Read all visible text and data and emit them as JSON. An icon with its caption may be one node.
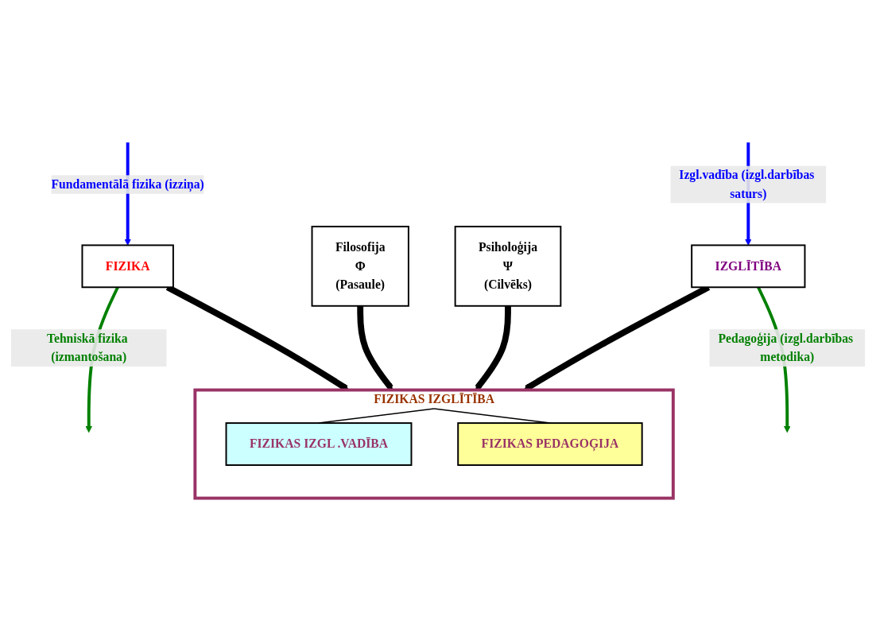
{
  "diagram": {
    "nodes": [
      {
        "text": [
          "FIZIKA"
        ]
      },
      {
        "text": [
          "FIZIKAS IZGLĪTĪBA"
        ]
      },
      {
        "text": [
          "FIZIKAS IZGL .VADĪBA"
        ],
        "in": 1
      },
      {
        "text": [
          "FIZIKAS PEDAGOĢIJA"
        ],
        "in": 1
      },
      {
        "text": [
          "Filosofija",
          "Φ",
          "(Pasaule)"
        ]
      },
      {
        "text": [
          "Psiholoģija",
          "Ψ",
          "(Cilvēks)"
        ]
      },
      {
        "text": [
          "IZGLĪTĪBA"
        ]
      }
    ],
    "edges": [
      {
        "from": null,
        "to": 0,
        "arrow": "to",
        "label": "Fundamentālā fizika (izziņa)",
        "color": "#0000ff"
      },
      {
        "from": 0,
        "to": null,
        "arrow": "to",
        "label": "Tehniskā fizika (izmantošana)",
        "color": "#008000"
      },
      {
        "from": 0,
        "to": 1,
        "arrow": "to",
        "style": "thick"
      },
      {
        "from": 1,
        "to": 2,
        "arrow": "none"
      },
      {
        "from": 1,
        "to": 3,
        "arrow": "none"
      },
      {
        "from": 4,
        "to": 1,
        "arrow": "to",
        "style": "thick"
      },
      {
        "from": 5,
        "to": 1,
        "arrow": "to",
        "style": "thick"
      },
      {
        "from": 6,
        "to": 1,
        "arrow": "to",
        "style": "thick"
      },
      {
        "from": null,
        "to": 6,
        "arrow": "to",
        "label": "Izgl.vadība (izgl.darbības saturs)",
        "color": "#0000ff"
      },
      {
        "from": 6,
        "to": null,
        "arrow": "to",
        "label": "Pedagoģija (izgl.darbības metodika)",
        "color": "#008000"
      }
    ]
  }
}
